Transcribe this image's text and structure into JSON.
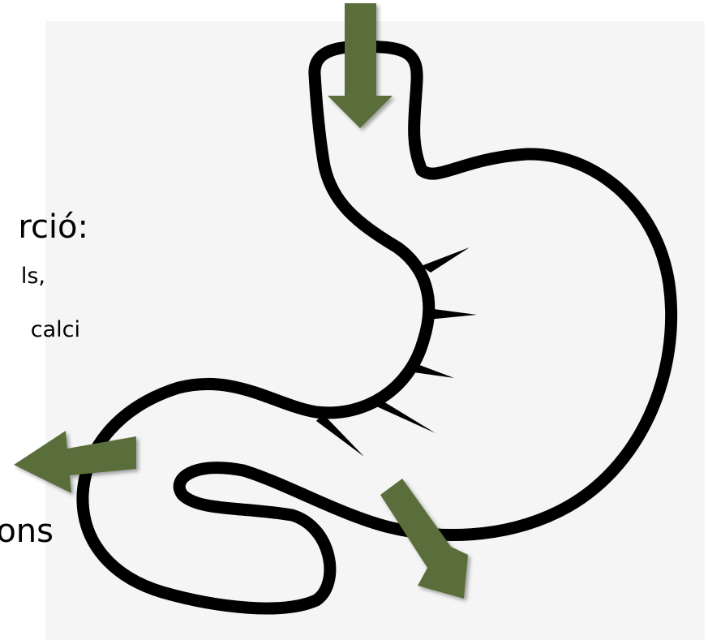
{
  "labels": {
    "absorption_title": "rció:",
    "absorption_line1": "ls,",
    "absorption_line2": "calci",
    "absorption_line3": "ons"
  },
  "arrows": [
    {
      "name": "entry-arrow",
      "direction": "down",
      "color": "#5a6e3a"
    },
    {
      "name": "absorption-arrow",
      "direction": "left",
      "color": "#5a6e3a"
    },
    {
      "name": "exit-arrow",
      "direction": "down-right",
      "color": "#5a6e3a"
    }
  ],
  "colors": {
    "arrow": "#5a6e3a",
    "outline": "#000000",
    "panel": "#f5f5f5",
    "background": "#ffffff"
  }
}
